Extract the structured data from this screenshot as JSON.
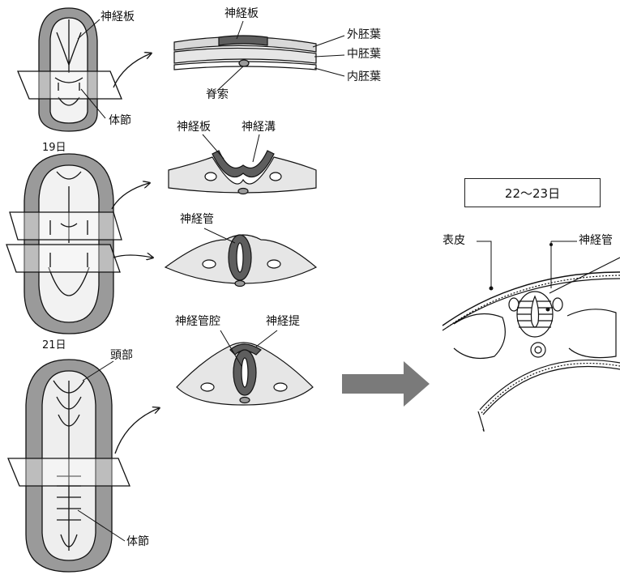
{
  "labels": {
    "neural_plate_stage1": "神経板",
    "somite_stage1": "体節",
    "neural_plate_cross1": "神経板",
    "ectoderm": "外胚葉",
    "mesoderm": "中胚葉",
    "endoderm": "内胚葉",
    "notochord": "脊索",
    "neural_plate_cross2": "神経板",
    "neural_groove": "神経溝",
    "neural_tube_cross3": "神経管",
    "neural_canal": "神経管腔",
    "neural_crest": "神経提",
    "head": "頭部",
    "somite_stage3": "体節",
    "epidermis": "表皮",
    "neural_tube_right": "神経管"
  },
  "days": {
    "day19": "19日",
    "day21": "21日",
    "day22_23": "22〜23日"
  },
  "colors": {
    "gray_fill": "#9a9a9a",
    "light_fill": "#e6e6e6",
    "dark_fill": "#5e5e5e",
    "arrow_fill": "#7a7a7a",
    "line": "#111111"
  }
}
